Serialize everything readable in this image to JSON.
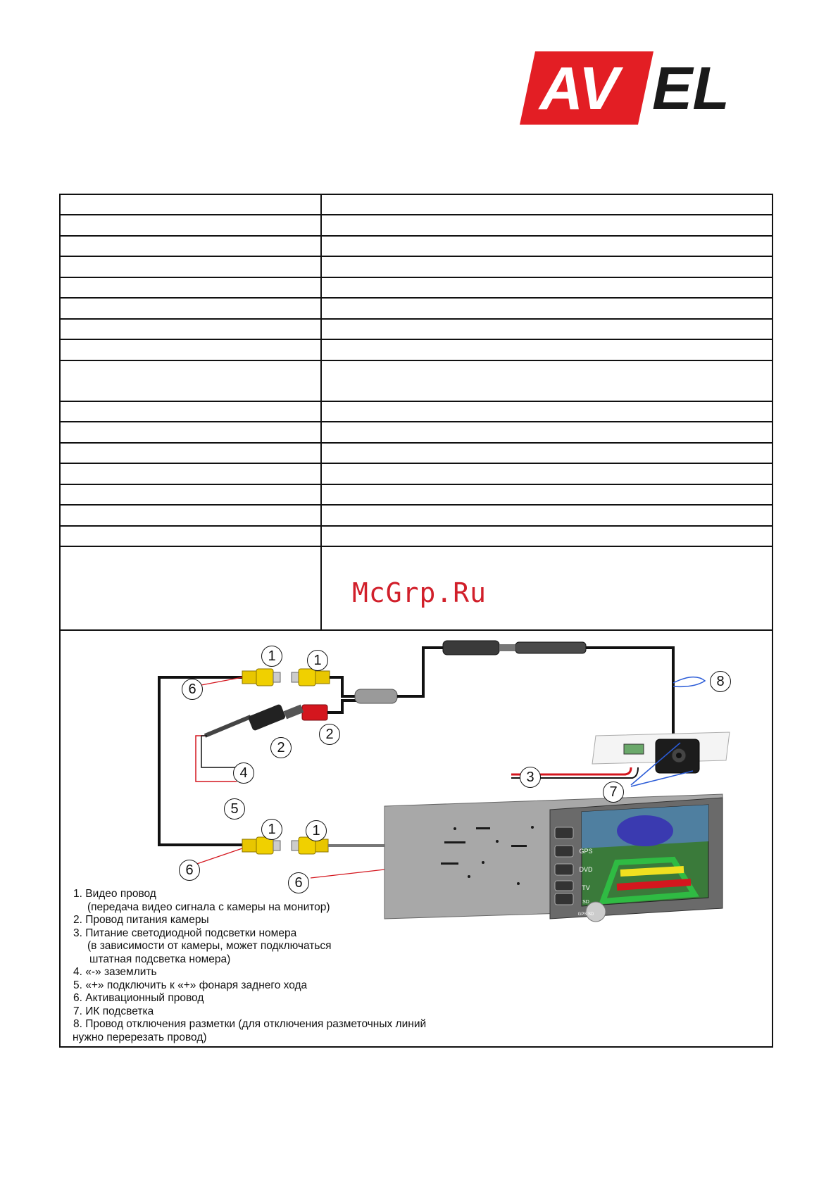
{
  "brand": {
    "logo_text": "AVEL",
    "logo_red": "#e31e24",
    "logo_dark": "#1a1a1a"
  },
  "watermark": "McGrp.Ru",
  "table": {
    "row_count": 17
  },
  "diagram": {
    "callouts": [
      "1",
      "1",
      "2",
      "2",
      "3",
      "4",
      "5",
      "6",
      "7",
      "8",
      "1",
      "1",
      "6",
      "6"
    ],
    "monitor_buttons": [
      "GPS",
      "DVD",
      "TV",
      "SD",
      "GPS SD"
    ]
  },
  "legend": [
    {
      "text": "1. Видео провод",
      "indent": 0
    },
    {
      "text": "(передача видео сигнала с камеры на монитор)",
      "indent": 1
    },
    {
      "text": "2. Провод питания камеры",
      "indent": 0
    },
    {
      "text": "3. Питание светодиодной подсветки номера",
      "indent": 0
    },
    {
      "text": "(в зависимости от камеры, может подключаться",
      "indent": 1
    },
    {
      "text": "штатная подсветка номера)",
      "indent": 2
    },
    {
      "text": "4. «-» заземлить",
      "indent": 0
    },
    {
      "text": "5. «+» подключить к «+» фонаря заднего хода",
      "indent": 0
    },
    {
      "text": "6. Активационный провод",
      "indent": 0
    },
    {
      "text": "7. ИК подсветка",
      "indent": 0
    },
    {
      "text": "8. Провод отключения разметки (для отключения разметочных линий",
      "indent": 0
    },
    {
      "text": "нужно перерезать провод)",
      "indent": 0
    }
  ]
}
